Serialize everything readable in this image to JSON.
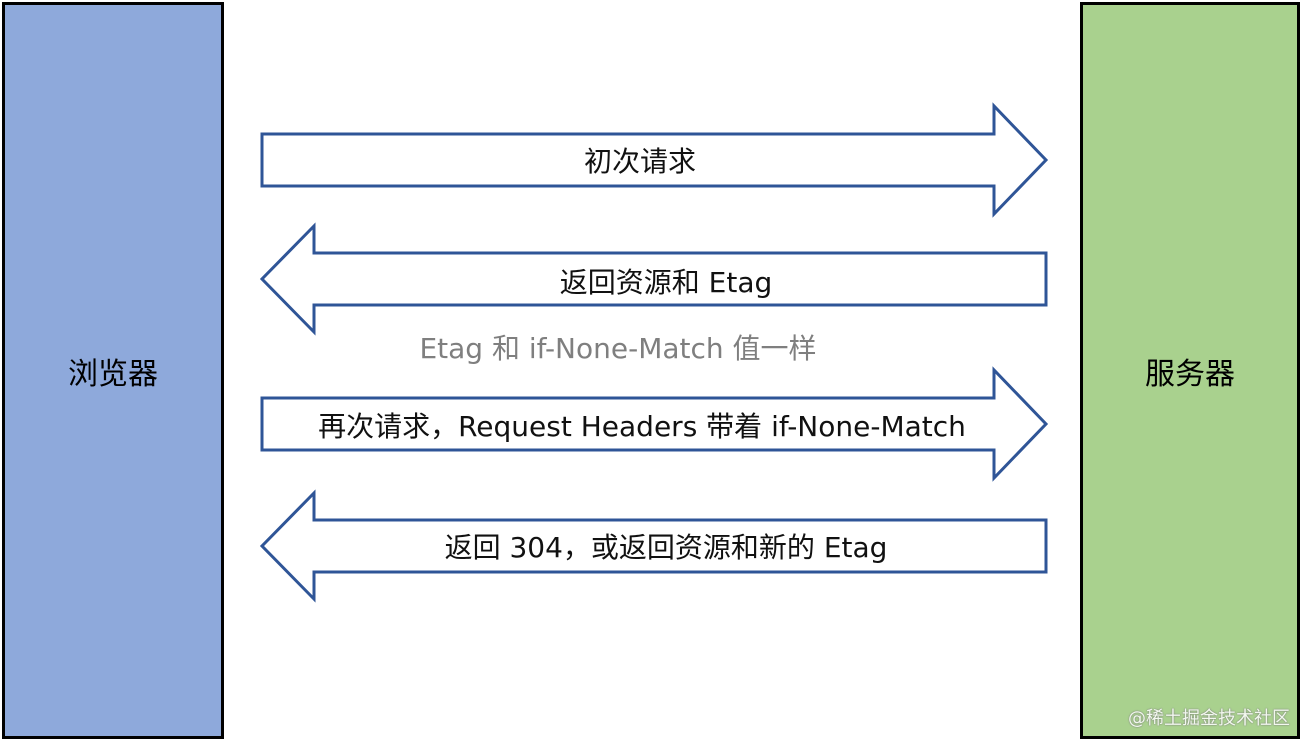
{
  "colors": {
    "browser_fill": "#8EA9DB",
    "server_fill": "#A9D18E",
    "arrow_stroke": "#2F5597",
    "note_text": "#7F7F7F"
  },
  "browser": {
    "label": "浏览器"
  },
  "server": {
    "label": "服务器"
  },
  "arrows": [
    {
      "direction": "right",
      "label": "初次请求"
    },
    {
      "direction": "left",
      "label": "返回资源和 Etag"
    },
    {
      "direction": "right",
      "label": "再次请求，Request Headers 带着 if-None-Match"
    },
    {
      "direction": "left",
      "label": "返回 304，或返回资源和新的 Etag"
    }
  ],
  "note": "Etag 和 if-None-Match 值一样",
  "watermark": "@稀土掘金技术社区"
}
